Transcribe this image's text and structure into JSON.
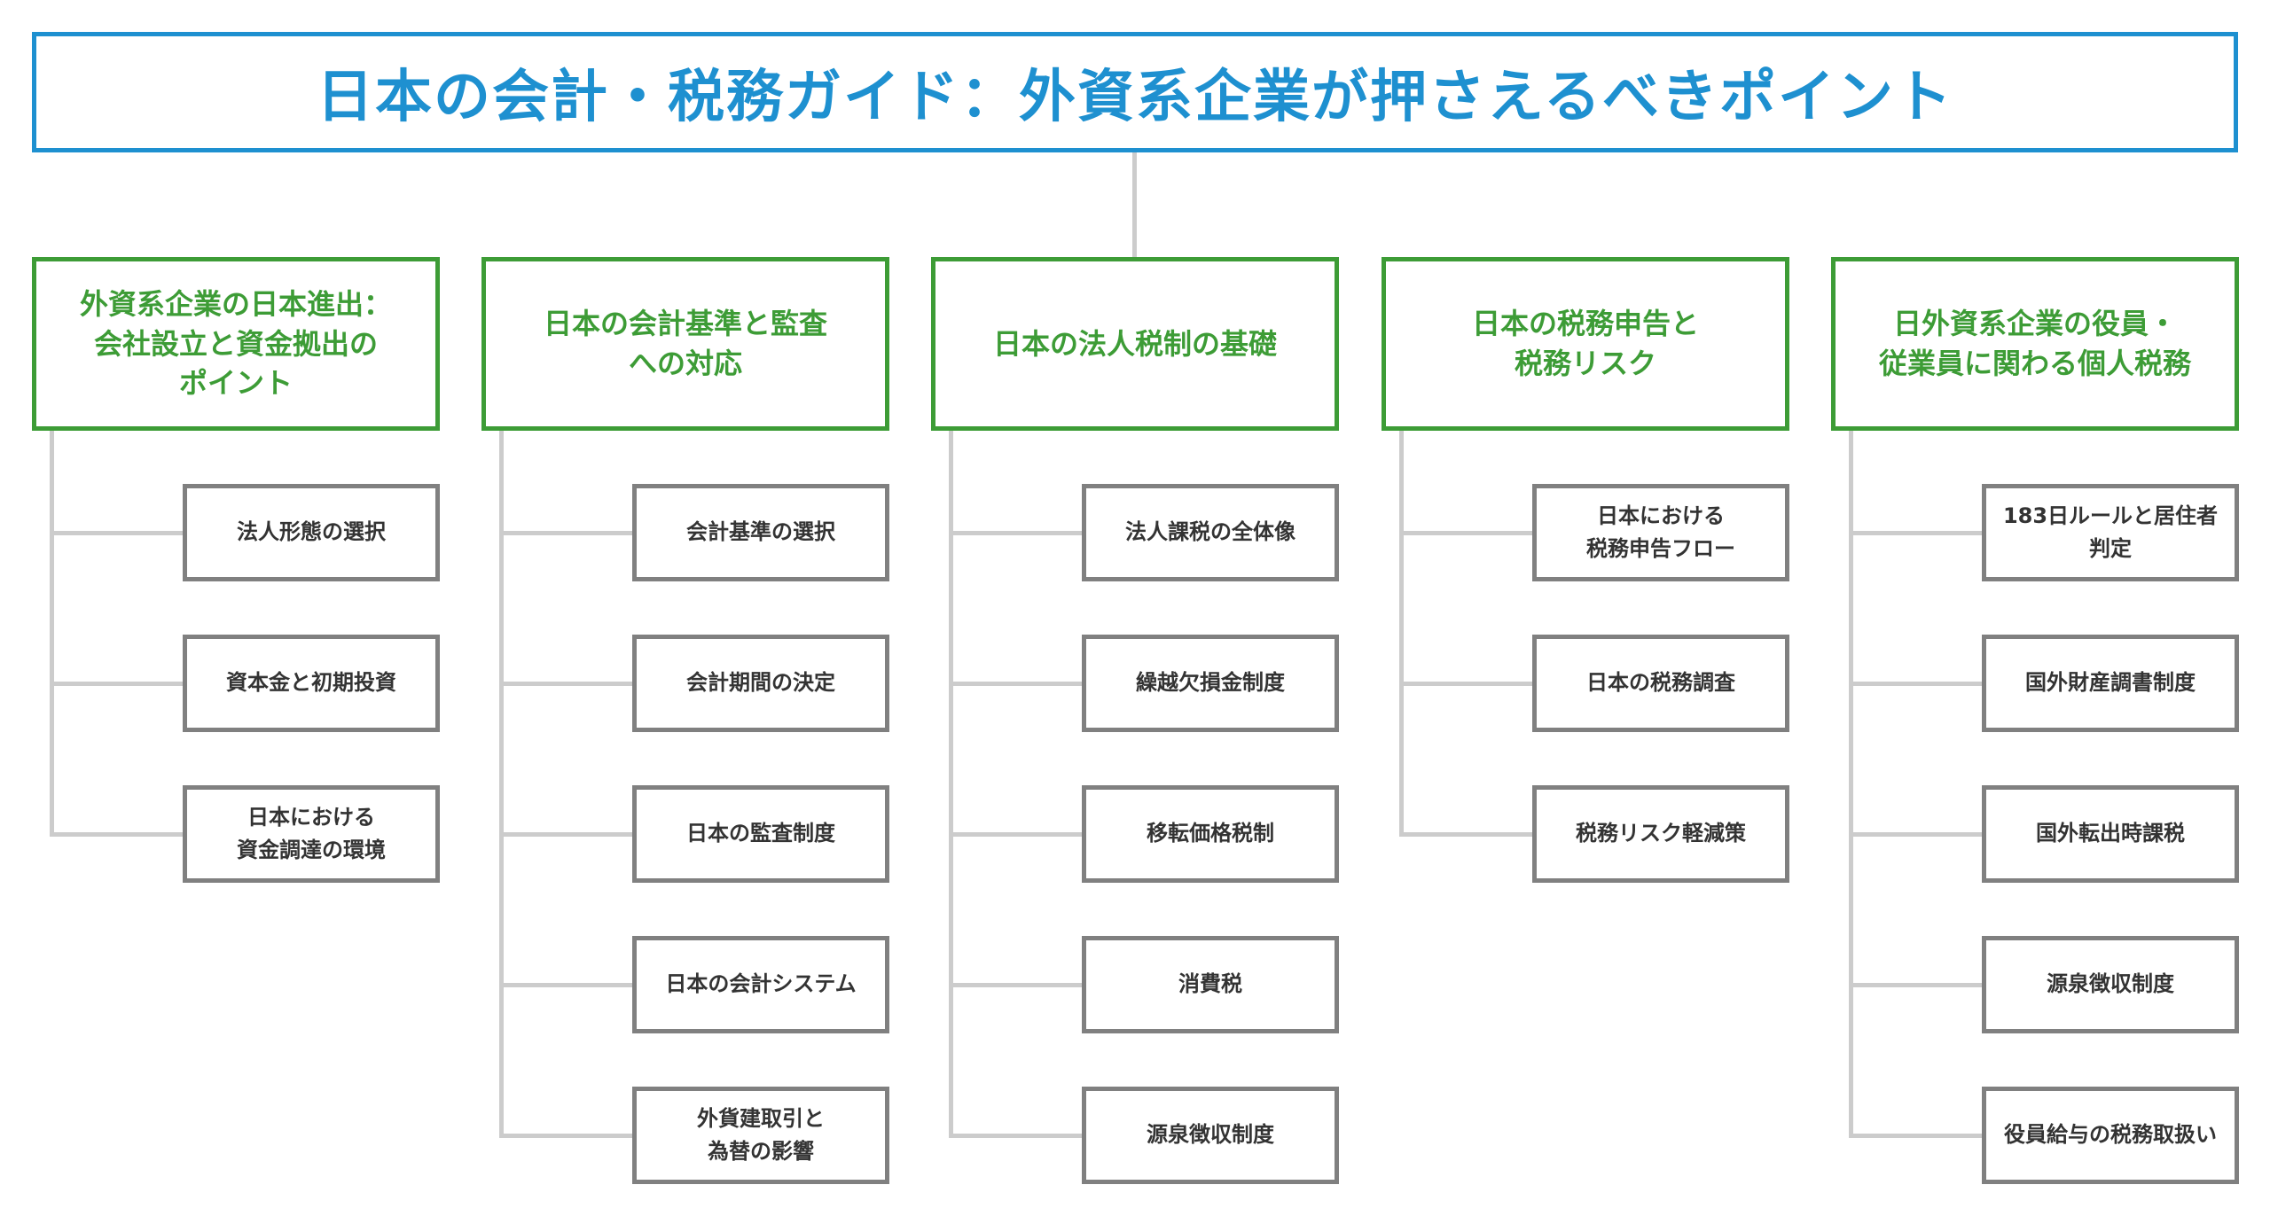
{
  "title": "日本の会計・税務ガイド：外資系企業が押さえるべきポイント",
  "colors": {
    "title": "#1e90d0",
    "category": "#3d9c36",
    "leaf_border": "#808080",
    "connector": "#cccccc",
    "text": "#333333"
  },
  "categories": [
    {
      "label": "外資系企業の日本進出：\n会社設立と資金拠出の\nポイント",
      "items": [
        "法人形態の選択",
        "資本金と初期投資",
        "日本における\n資金調達の環境"
      ]
    },
    {
      "label": "日本の会計基準と監査\nへの対応",
      "items": [
        "会計基準の選択",
        "会計期間の決定",
        "日本の監査制度",
        "日本の会計システム",
        "外貨建取引と\n為替の影響"
      ]
    },
    {
      "label": "日本の法人税制の基礎",
      "items": [
        "法人課税の全体像",
        "繰越欠損金制度",
        "移転価格税制",
        "消費税",
        "源泉徴収制度"
      ]
    },
    {
      "label": "日本の税務申告と\n税務リスク",
      "items": [
        "日本における\n税務申告フロー",
        "日本の税務調査",
        "税務リスク軽減策"
      ]
    },
    {
      "label": "日外資系企業の役員・\n従業員に関わる個人税務",
      "items": [
        "183日ルールと居住者\n判定",
        "国外財産調書制度",
        "国外転出時課税",
        "源泉徴収制度",
        "役員給与の税務取扱い"
      ]
    }
  ]
}
